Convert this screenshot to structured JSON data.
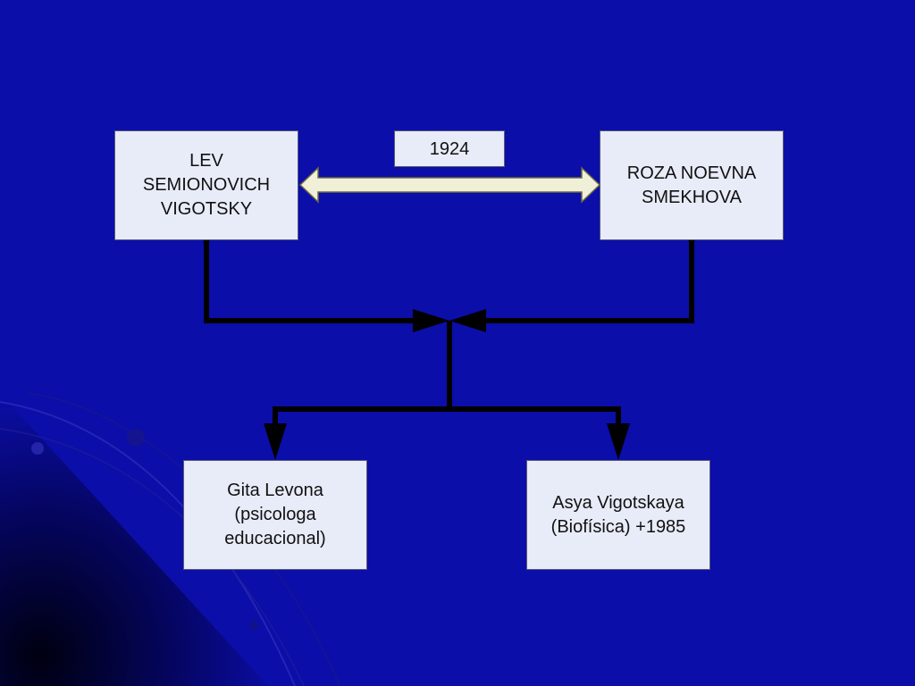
{
  "colors": {
    "background": "#0b0ea8",
    "box_fill": "#e8ecf8",
    "connector": "#000000",
    "marriage_arrow_fill": "#f0f0d8",
    "marriage_arrow_stroke": "#6a6a40"
  },
  "diagram": {
    "parents": [
      {
        "id": "lev",
        "label": "LEV\nSEMIONOVICH\nVIGOTSKY"
      },
      {
        "id": "roza",
        "label": "ROZA NOEVNA\nSMEKHOVA"
      }
    ],
    "marriage_year": "1924",
    "children": [
      {
        "id": "gita",
        "label": "Gita Levona\n(psicologa\neducacional)"
      },
      {
        "id": "asya",
        "label": "Asya Vigotskaya\n(Biofísica) +1985"
      }
    ]
  }
}
